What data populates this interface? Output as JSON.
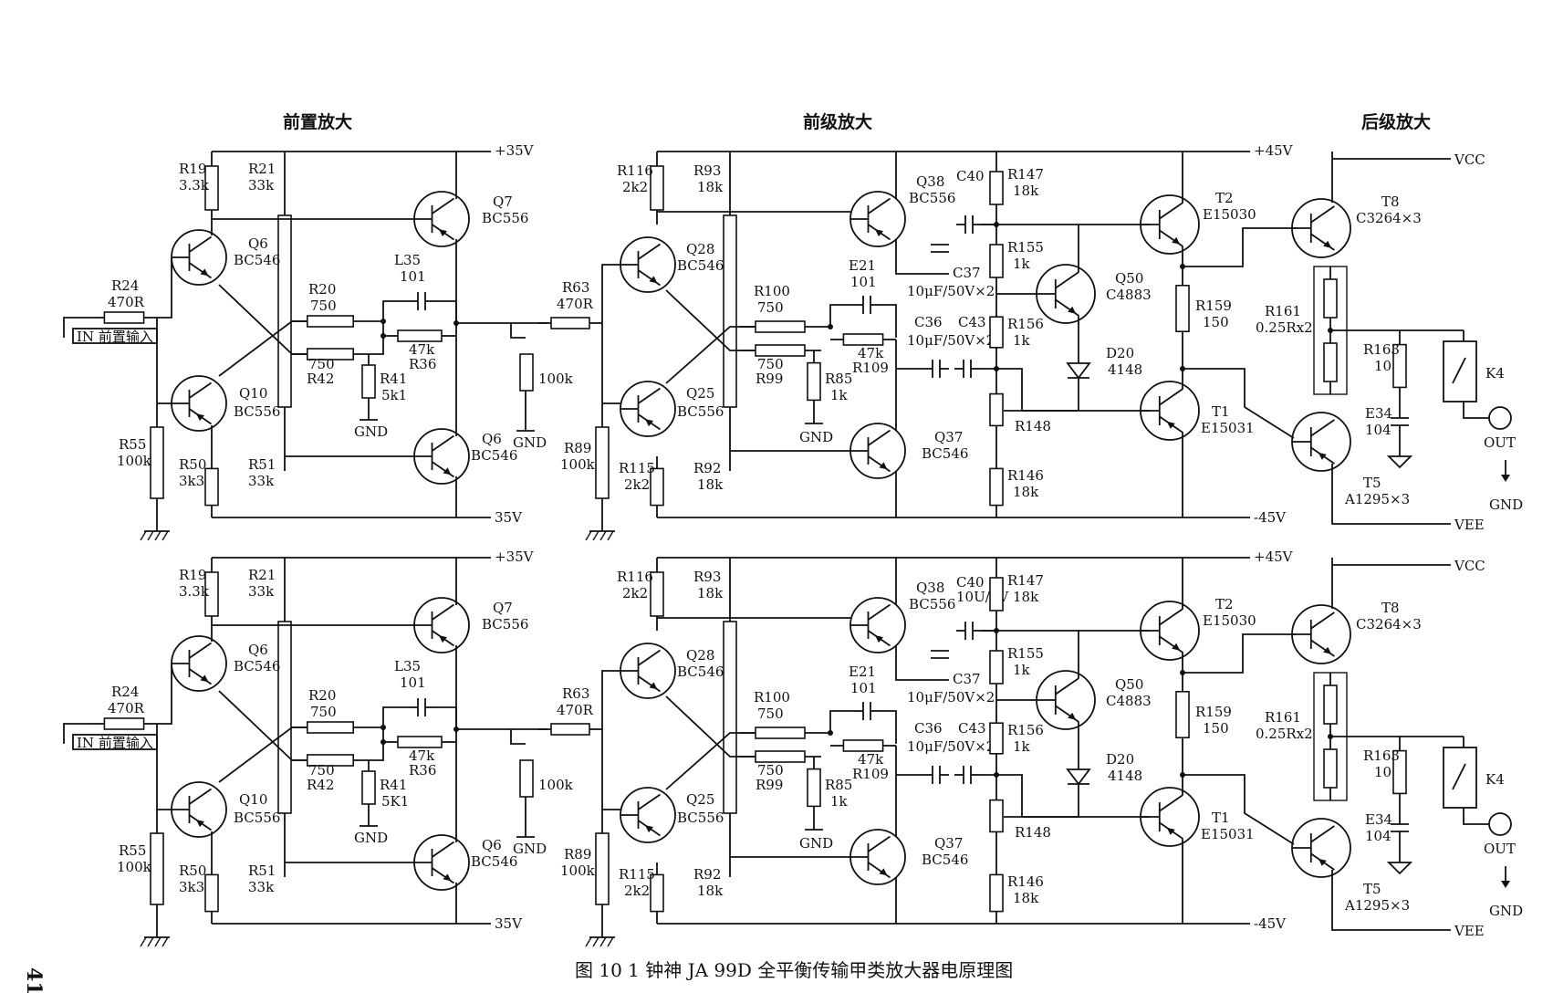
{
  "figure": {
    "caption": "图 10 1  钟神 JA 99D 全平衡传输甲类放大器电原理图",
    "page_number": "41"
  },
  "sections": {
    "preamp": "前置放大",
    "driver": "前级放大",
    "power": "后级放大"
  },
  "rails": {
    "pre_pos": "+35V",
    "pre_neg": "35V",
    "mid_pos": "+45V",
    "mid_neg": "-45V",
    "vcc": "VCC",
    "vee": "VEE"
  },
  "terminals": {
    "input": "IN 前置输入",
    "gnd": "GND",
    "out": "OUT",
    "pot": "100k"
  },
  "channels": [
    {
      "pre": [
        {
          "ref": "R19",
          "value": "3.3k"
        },
        {
          "ref": "R21",
          "value": "33k"
        },
        {
          "ref": "R24",
          "value": "470R"
        },
        {
          "ref": "R20",
          "value": "750"
        },
        {
          "ref": "L35",
          "value": "101"
        },
        {
          "ref": "R36",
          "value": "47k"
        },
        {
          "ref": "R42",
          "value": "750"
        },
        {
          "ref": "R41",
          "value": "5k1"
        },
        {
          "ref": "R55",
          "value": "100k"
        },
        {
          "ref": "R50",
          "value": "3k3"
        },
        {
          "ref": "R51",
          "value": "33k"
        },
        {
          "ref": "Q6",
          "value": "BC546"
        },
        {
          "ref": "Q10",
          "value": "BC556"
        },
        {
          "ref": "Q7",
          "value": "BC556"
        },
        {
          "ref": "Q6",
          "value": "BC546"
        }
      ],
      "mid": [
        {
          "ref": "R116",
          "value": "2k2"
        },
        {
          "ref": "R93",
          "value": "18k"
        },
        {
          "ref": "R63",
          "value": "470R"
        },
        {
          "ref": "R100",
          "value": "750"
        },
        {
          "ref": "E21",
          "value": "101"
        },
        {
          "ref": "R109",
          "value": "47k"
        },
        {
          "ref": "R99",
          "value": "750"
        },
        {
          "ref": "R85",
          "value": "1k"
        },
        {
          "ref": "R89",
          "value": "100k"
        },
        {
          "ref": "R115",
          "value": "2k2"
        },
        {
          "ref": "R92",
          "value": "18k"
        },
        {
          "ref": "Q28",
          "value": "BC546"
        },
        {
          "ref": "Q25",
          "value": "BC556"
        },
        {
          "ref": "Q38",
          "value": "BC556"
        },
        {
          "ref": "Q37",
          "value": "BC546"
        },
        {
          "ref": "C40",
          "value": ""
        },
        {
          "ref": "C37",
          "value": "10μF/50V×2"
        },
        {
          "ref": "C36",
          "value": "10μF/50V×2"
        },
        {
          "ref": "C43",
          "value": ""
        },
        {
          "ref": "R147",
          "value": "18k"
        },
        {
          "ref": "R155",
          "value": "1k"
        },
        {
          "ref": "R156",
          "value": "1k"
        },
        {
          "ref": "R148",
          "value": ""
        },
        {
          "ref": "R146",
          "value": "18k"
        },
        {
          "ref": "Q50",
          "value": "C4883"
        },
        {
          "ref": "D20",
          "value": "4148"
        },
        {
          "ref": "T2",
          "value": "E15030"
        },
        {
          "ref": "T1",
          "value": "E15031"
        },
        {
          "ref": "R159",
          "value": "150"
        }
      ],
      "out": [
        {
          "ref": "T8",
          "value": "C3264×3"
        },
        {
          "ref": "R161",
          "value": "0.25Rx2"
        },
        {
          "ref": "R163",
          "value": "10"
        },
        {
          "ref": "E34",
          "value": "104"
        },
        {
          "ref": "K4",
          "value": ""
        },
        {
          "ref": "T5",
          "value": "A1295×3"
        }
      ]
    },
    {
      "pre": [
        {
          "ref": "R19",
          "value": "3.3k"
        },
        {
          "ref": "R21",
          "value": "33k"
        },
        {
          "ref": "R24",
          "value": "470R"
        },
        {
          "ref": "R20",
          "value": "750"
        },
        {
          "ref": "L35",
          "value": "101"
        },
        {
          "ref": "R36",
          "value": "47k"
        },
        {
          "ref": "R42",
          "value": "750"
        },
        {
          "ref": "R41",
          "value": "5K1"
        },
        {
          "ref": "R55",
          "value": "100k"
        },
        {
          "ref": "R50",
          "value": "3k3"
        },
        {
          "ref": "R51",
          "value": "33k"
        },
        {
          "ref": "Q6",
          "value": "BC546"
        },
        {
          "ref": "Q10",
          "value": "BC556"
        },
        {
          "ref": "Q7",
          "value": "BC556"
        },
        {
          "ref": "Q6",
          "value": "BC546"
        }
      ],
      "mid": [
        {
          "ref": "R116",
          "value": "2k2"
        },
        {
          "ref": "R93",
          "value": "18k"
        },
        {
          "ref": "R63",
          "value": "470R"
        },
        {
          "ref": "R100",
          "value": "750"
        },
        {
          "ref": "E21",
          "value": "101"
        },
        {
          "ref": "R109",
          "value": "47k"
        },
        {
          "ref": "R99",
          "value": "750"
        },
        {
          "ref": "R85",
          "value": "1k"
        },
        {
          "ref": "R89",
          "value": "100k"
        },
        {
          "ref": "R115",
          "value": "2k2"
        },
        {
          "ref": "R92",
          "value": "18k"
        },
        {
          "ref": "Q28",
          "value": "BC546"
        },
        {
          "ref": "Q25",
          "value": "BC556"
        },
        {
          "ref": "Q38",
          "value": "BC556"
        },
        {
          "ref": "Q37",
          "value": "BC546"
        },
        {
          "ref": "C40",
          "value": "10U/5V"
        },
        {
          "ref": "C37",
          "value": "10μF/50V×2"
        },
        {
          "ref": "C36",
          "value": "10μF/50V×2"
        },
        {
          "ref": "C43",
          "value": ""
        },
        {
          "ref": "R147",
          "value": "18k"
        },
        {
          "ref": "R155",
          "value": "1k"
        },
        {
          "ref": "R156",
          "value": "1k"
        },
        {
          "ref": "R148",
          "value": ""
        },
        {
          "ref": "R146",
          "value": "18k"
        },
        {
          "ref": "Q50",
          "value": "C4883"
        },
        {
          "ref": "D20",
          "value": "4148"
        },
        {
          "ref": "T2",
          "value": "E15030"
        },
        {
          "ref": "T1",
          "value": "E15031"
        },
        {
          "ref": "R159",
          "value": "150"
        }
      ],
      "out": [
        {
          "ref": "T8",
          "value": "C3264×3"
        },
        {
          "ref": "R161",
          "value": "0.25Rx2"
        },
        {
          "ref": "R163",
          "value": "10"
        },
        {
          "ref": "E34",
          "value": "104"
        },
        {
          "ref": "K4",
          "value": ""
        },
        {
          "ref": "T5",
          "value": "A1295×3"
        }
      ]
    }
  ]
}
